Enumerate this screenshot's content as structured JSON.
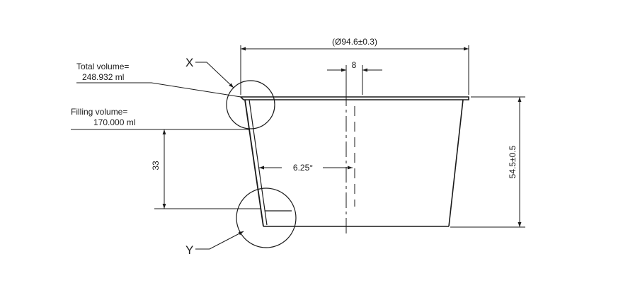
{
  "labels": {
    "detail_x": "X",
    "detail_y": "Y",
    "total_volume_caption": "Total volume=",
    "total_volume_value": "248.932 ml",
    "filling_volume_caption": "Filling volume=",
    "filling_volume_value": "170.000 ml",
    "diameter_dim": "(Ø94.6±0.3)",
    "rim_width_dim": "8",
    "fill_height_dim": "33",
    "wall_angle_dim": "6.25°",
    "total_height_dim": "54.5±0.5"
  }
}
